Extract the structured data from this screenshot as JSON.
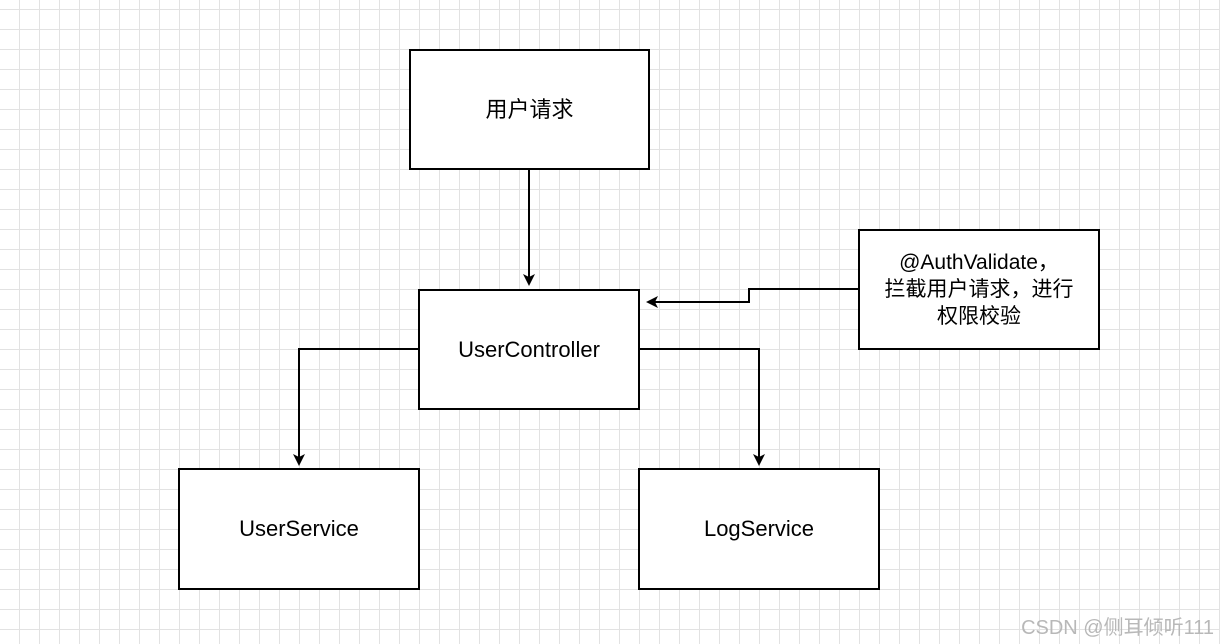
{
  "nodes": {
    "request": {
      "label": "用户请求"
    },
    "controller": {
      "label": "UserController"
    },
    "annotation": {
      "lines": [
        "@AuthValidate，",
        "拦截用户请求，进行",
        "权限校验"
      ]
    },
    "user_service": {
      "label": "UserService"
    },
    "log_service": {
      "label": "LogService"
    }
  },
  "edges": [
    {
      "from": "request",
      "to": "controller"
    },
    {
      "from": "annotation",
      "to": "controller"
    },
    {
      "from": "controller",
      "to": "user_service"
    },
    {
      "from": "controller",
      "to": "log_service"
    }
  ],
  "watermark": "CSDN @侧耳倾听111",
  "colors": {
    "stroke": "#000000",
    "background": "#ffffff",
    "grid": "#e2e2e2",
    "watermark": "#b8b8b8"
  }
}
